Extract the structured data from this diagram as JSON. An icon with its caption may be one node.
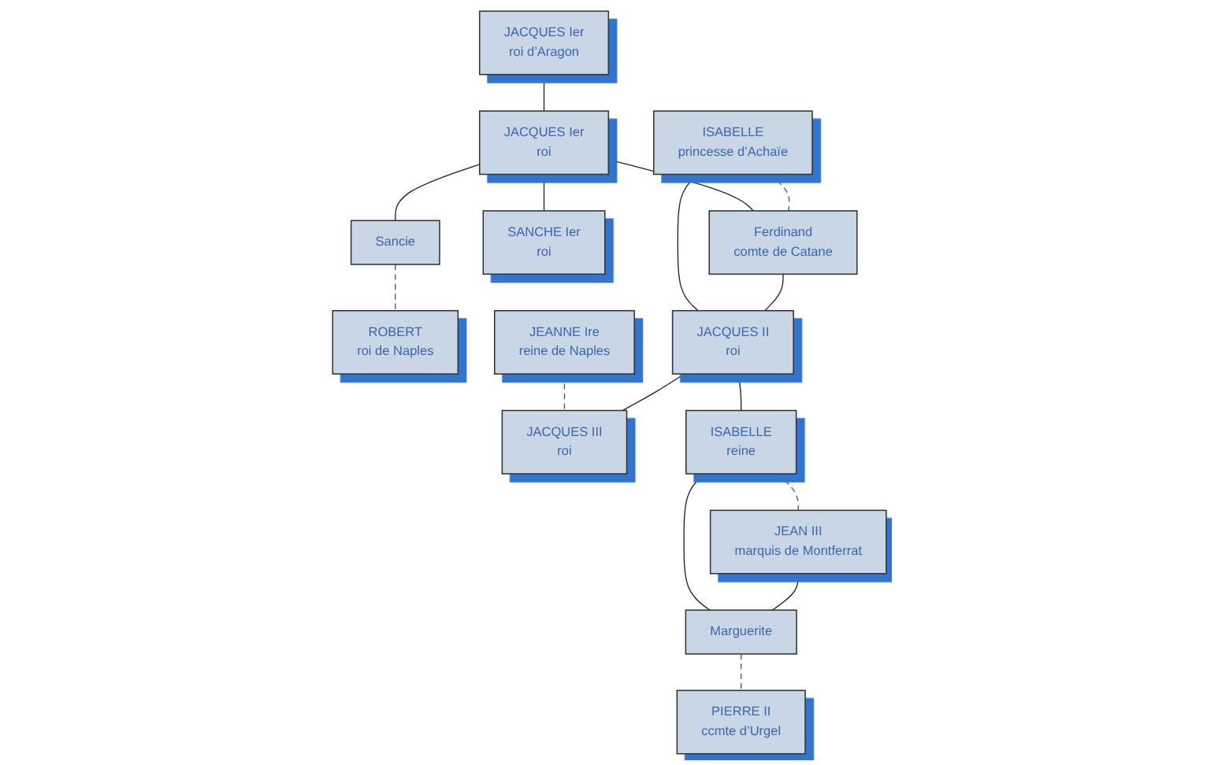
{
  "diagram": {
    "nodes": [
      {
        "text": [
          "JACQUES Ier",
          "roi d’Aragon"
        ]
      },
      {
        "text": [
          "JACQUES Ier",
          "roi"
        ]
      },
      {
        "text": [
          "ISABELLE",
          "princesse d’Achaïe"
        ]
      },
      {
        "text": [
          "Ferdinand",
          "comte de Catane"
        ]
      },
      {
        "text": [
          "SANCHE Ier",
          "roi"
        ]
      },
      {
        "text": [
          "Sancie"
        ]
      },
      {
        "text": [
          "ROBERT",
          "roi de Naples"
        ]
      },
      {
        "text": [
          "JACQUES II",
          "roi"
        ]
      },
      {
        "text": [
          "JEANNE Ire",
          "reine de Naples"
        ]
      },
      {
        "text": [
          "JACQUES III",
          "roi"
        ]
      },
      {
        "text": [
          "ISABELLE",
          "reine"
        ]
      },
      {
        "text": [
          "JEAN III",
          "marquis de Montferrat"
        ]
      },
      {
        "text": [
          "Marguerite"
        ]
      },
      {
        "text": [
          "PIERRE II",
          "ccmte d’Urgel"
        ]
      }
    ],
    "edges": [
      {
        "from": 0,
        "to": 1,
        "arrow": "none"
      },
      {
        "from": 1,
        "to": 3,
        "arrow": "none"
      },
      {
        "from": 1,
        "to": 4,
        "arrow": "none"
      },
      {
        "from": 1,
        "to": 5,
        "arrow": "none"
      },
      {
        "from": 2,
        "to": 3,
        "arrow": "none",
        "style": "dashed"
      },
      {
        "from": 5,
        "to": 6,
        "arrow": "none",
        "style": "dashed"
      },
      {
        "from": 2,
        "to": 7,
        "arrow": "none"
      },
      {
        "from": 3,
        "to": 7,
        "arrow": "none"
      },
      {
        "from": 8,
        "to": 9,
        "arrow": "none",
        "style": "dashed"
      },
      {
        "from": 7,
        "to": 9,
        "arrow": "none"
      },
      {
        "from": 7,
        "to": 10,
        "arrow": "none"
      },
      {
        "from": 10,
        "to": 11,
        "arrow": "none",
        "style": "dashed"
      },
      {
        "from": 10,
        "to": 12,
        "arrow": "none"
      },
      {
        "from": 11,
        "to": 12,
        "arrow": "none"
      },
      {
        "from": 12,
        "to": 13,
        "arrow": "none",
        "style": "dashed"
      }
    ]
  }
}
